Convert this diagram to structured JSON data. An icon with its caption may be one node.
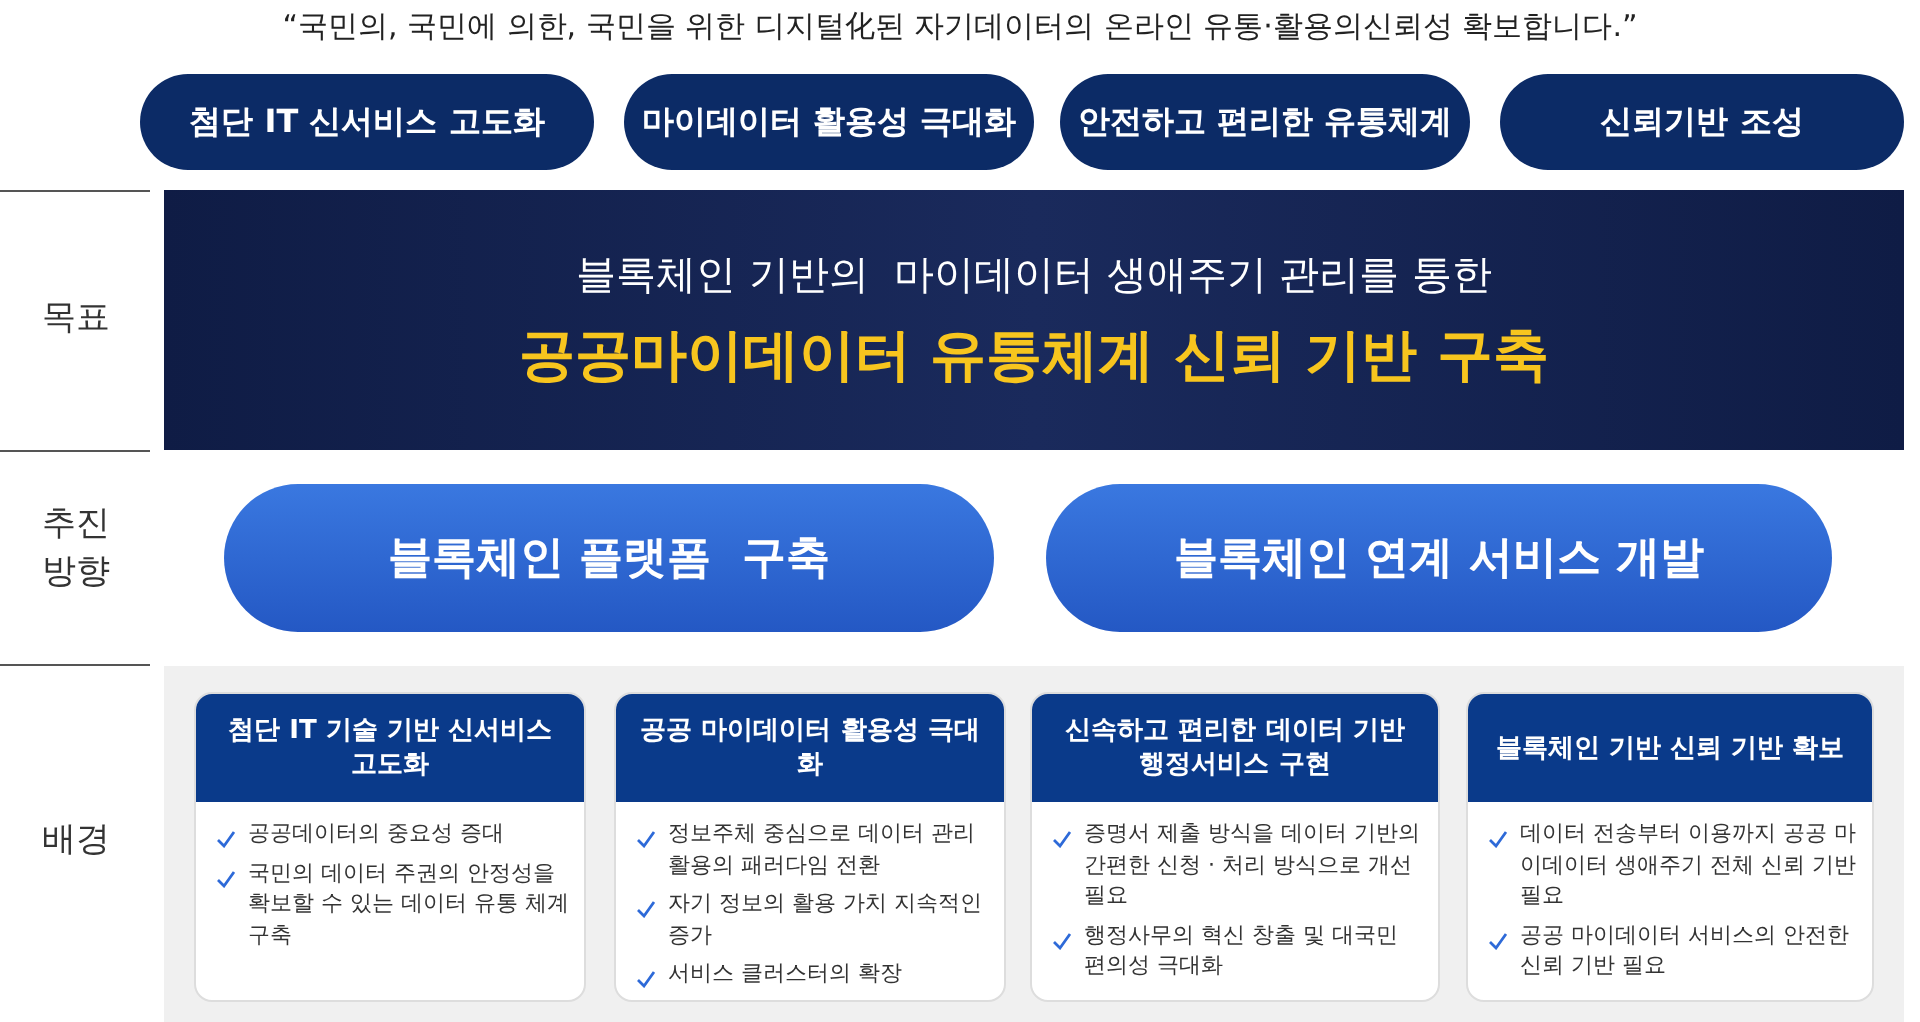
{
  "diagram": {
    "title": "“국민의, 국민에 의한, 국민을 위한 디지털化된 자기데이터의 온라인 유통·활용의신뢰성 확보합니다.”",
    "nodes": [
      {
        "text": [
          "첨단 IT 신서비스 고도화"
        ]
      },
      {
        "text": [
          "마이데이터 활용성 극대화"
        ]
      },
      {
        "text": [
          "안전하고 편리한 유통체계"
        ]
      },
      {
        "text": [
          "신뢰기반 조성"
        ]
      },
      {
        "text": [
          "블록체인 기반의  마이데이터 생애주기 관리를 통한",
          "공공마이데이터 유통체계 신뢰 기반 구축"
        ]
      },
      {
        "text": [
          "블록체인 플랫폼  구축"
        ]
      },
      {
        "text": [
          "블록체인 연계 서비스 개발"
        ]
      },
      {
        "text": [
          "첨단 IT 기술 기반 신서비스 고도화",
          "공공데이터의 중요성 증대",
          "국민의 데이터 주권의 안정성을 확보할 수 있는 데이터 유통 체계 구축"
        ]
      },
      {
        "text": [
          "공공 마이데이터 활용성 극대화",
          "정보주체 중심으로 데이터 관리 활용의 패러다임 전환",
          "자기 정보의 활용 가치 지속적인 증가",
          "서비스 클러스터의 확장"
        ]
      },
      {
        "text": [
          "신속하고 편리한 데이터 기반 행정서비스 구현",
          "증명서 제출 방식을 데이터 기반의 간편한 신청 · 처리 방식으로 개선 필요",
          "행정사무의 혁신 창출 및 대국민 편의성 극대화"
        ]
      },
      {
        "text": [
          "블록체인 기반 신뢰 기반 확보",
          "데이터 전송부터 이용까지 공공 마이데이터 생애주기 전체 신뢰 기반 필요",
          "공공 마이데이터 서비스의 안전한 신뢰 기반 필요"
        ]
      }
    ],
    "labels": [
      "목표",
      "추진 방향",
      "배경"
    ]
  }
}
